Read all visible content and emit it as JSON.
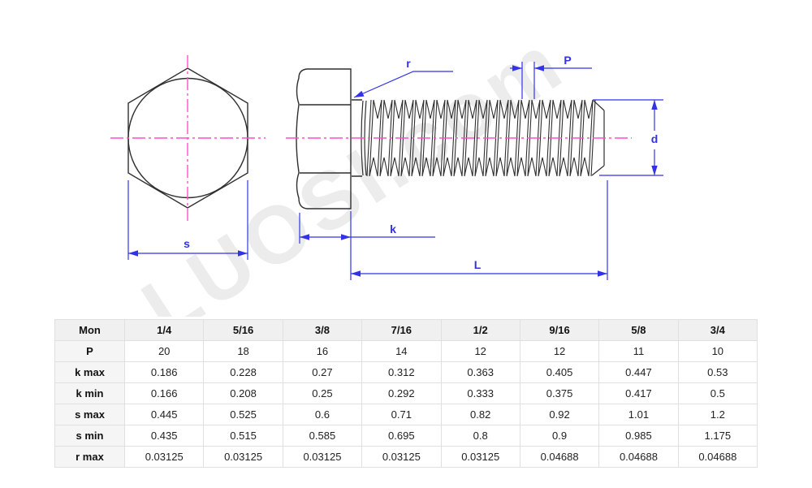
{
  "drawing": {
    "watermark": "LUOSI.com",
    "labels": {
      "s": "s",
      "r": "r",
      "P": "P",
      "d": "d",
      "k": "k",
      "L": "L"
    },
    "colors": {
      "dimension_blue": "#3232e8",
      "centerline_pink": "#ff4fd0",
      "outline_dark": "#2f2f2f"
    }
  },
  "table": {
    "columns": [
      "Mon",
      "1/4",
      "5/16",
      "3/8",
      "7/16",
      "1/2",
      "9/16",
      "5/8",
      "3/4"
    ],
    "rows": [
      {
        "label": "P",
        "values": [
          "20",
          "18",
          "16",
          "14",
          "12",
          "12",
          "11",
          "10"
        ]
      },
      {
        "label": "k max",
        "values": [
          "0.186",
          "0.228",
          "0.27",
          "0.312",
          "0.363",
          "0.405",
          "0.447",
          "0.53"
        ]
      },
      {
        "label": "k min",
        "values": [
          "0.166",
          "0.208",
          "0.25",
          "0.292",
          "0.333",
          "0.375",
          "0.417",
          "0.5"
        ]
      },
      {
        "label": "s max",
        "values": [
          "0.445",
          "0.525",
          "0.6",
          "0.71",
          "0.82",
          "0.92",
          "1.01",
          "1.2"
        ]
      },
      {
        "label": "s min",
        "values": [
          "0.435",
          "0.515",
          "0.585",
          "0.695",
          "0.8",
          "0.9",
          "0.985",
          "1.175"
        ]
      },
      {
        "label": "r max",
        "values": [
          "0.03125",
          "0.03125",
          "0.03125",
          "0.03125",
          "0.03125",
          "0.04688",
          "0.04688",
          "0.04688"
        ]
      }
    ]
  }
}
